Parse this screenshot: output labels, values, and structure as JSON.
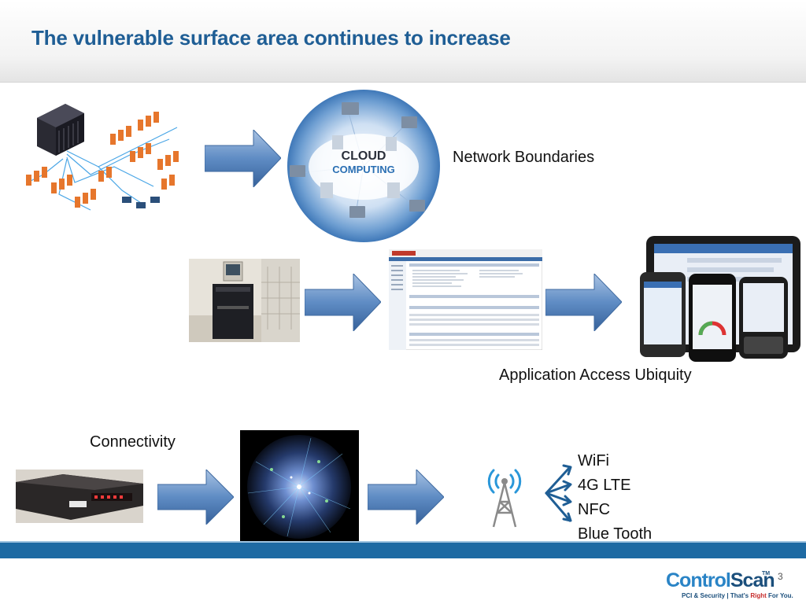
{
  "slide": {
    "title": "The vulnerable surface area continues to increase",
    "page_number": "3"
  },
  "labels": {
    "network": "Network Boundaries",
    "application": "Application Access Ubiquity",
    "connectivity": "Connectivity"
  },
  "wireless": {
    "items": [
      "WiFi",
      "4G LTE",
      "NFC",
      "Blue Tooth"
    ]
  },
  "cloud": {
    "line1": "CLOUD",
    "line2": "COMPUTING"
  },
  "logo": {
    "part1": "Control",
    "part2": "Scan",
    "tm": "TM",
    "tagline_a": "PCI & Security",
    "tagline_b": "That's",
    "tagline_c": "Right",
    "tagline_d": "For You."
  },
  "colors": {
    "title": "#1f5e95",
    "arrow": "#4b79b3",
    "footer_bar": "#1e6aa3"
  }
}
